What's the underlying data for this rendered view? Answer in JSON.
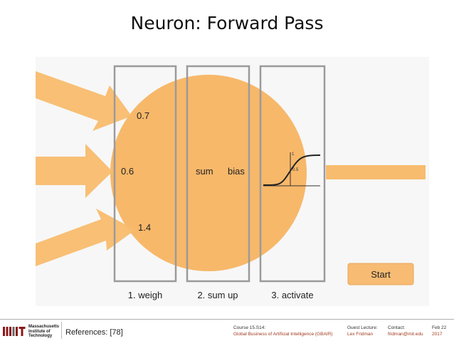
{
  "title": "Neuron: Forward Pass",
  "diagram": {
    "inputs": [
      "0.7",
      "0.6",
      "1.4"
    ],
    "sum_label": "sum",
    "bias_label": "bias",
    "sigmoid_top": "1",
    "sigmoid_mid": "0.5",
    "stages": [
      "1. weigh",
      "2. sum up",
      "3. activate"
    ],
    "start_button": "Start",
    "colors": {
      "neuron": "#f7b86a",
      "arrow": "#f8bc6e",
      "box": "#9a9a9a",
      "button": "#f7bb73"
    }
  },
  "footer": {
    "logo_lines": [
      "Massachusetts",
      "Institute of",
      "Technology"
    ],
    "references": "References: [78]",
    "course_label": "Course 15.S14:",
    "course_name": "Global Business of Artificial Intelligence (GBAIR)",
    "guest_label": "Guest Lecture:",
    "guest_name": "Lex Fridman",
    "contact_label": "Contact:",
    "contact_email": "fridman@mit.edu",
    "date_month": "Feb 22",
    "date_year": "2017"
  }
}
